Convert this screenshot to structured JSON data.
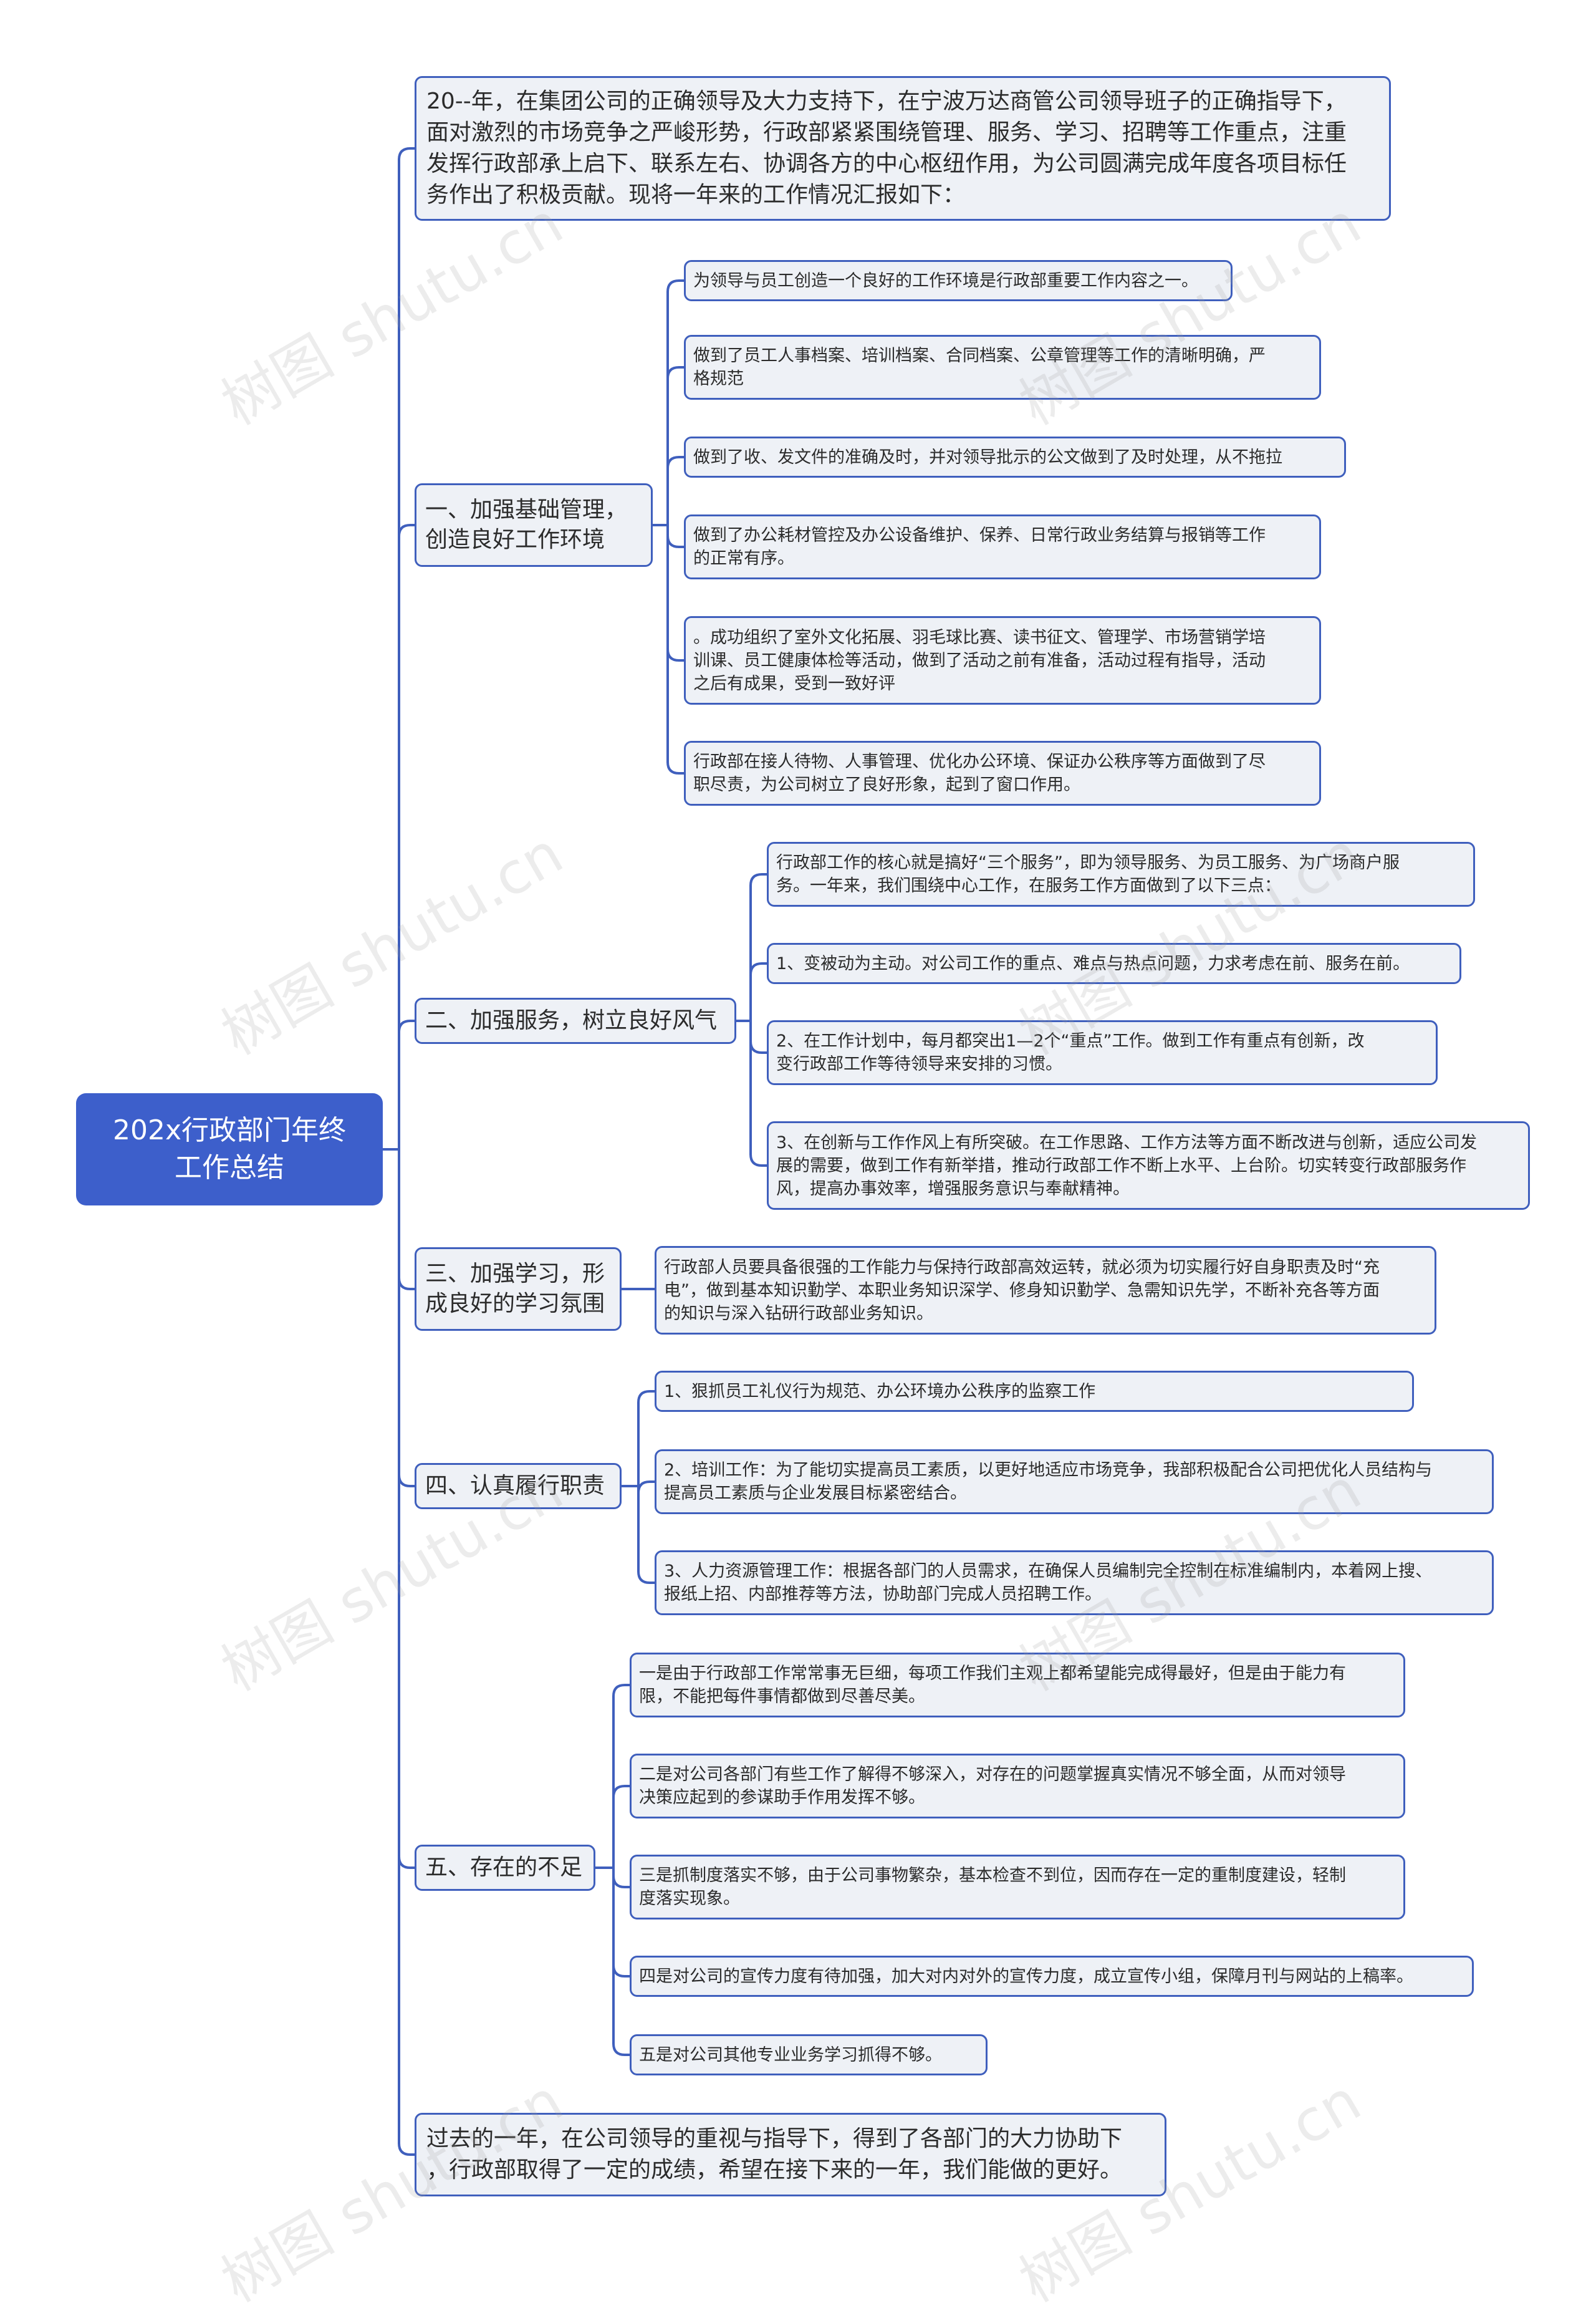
{
  "root": {
    "title": "202x行政部门年终\n工作总结"
  },
  "intro": "20--年，在集团公司的正确领导及大力支持下，在宁波万达商管公司领导班子的正确指导下，\n面对激烈的市场竞争之严峻形势，行政部紧紧围绕管理、服务、学习、招聘等工作重点，注重\n发挥行政部承上启下、联系左右、协调各方的中心枢纽作用，为公司圆满完成年度各项目标任\n务作出了积极贡献。现将一年来的工作情况汇报如下：",
  "sections": [
    {
      "label": "一、加强基础管理，\n创造良好工作环境",
      "items": [
        "为领导与员工创造一个良好的工作环境是行政部重要工作内容之一。",
        "做到了员工人事档案、培训档案、合同档案、公章管理等工作的清晰明确，严\n格规范",
        "做到了收、发文件的准确及时，并对领导批示的公文做到了及时处理，从不拖拉",
        "做到了办公耗材管控及办公设备维护、保养、日常行政业务结算与报销等工作\n的正常有序。",
        "。成功组织了室外文化拓展、羽毛球比赛、读书征文、管理学、市场营销学培\n训课、员工健康体检等活动，做到了活动之前有准备，活动过程有指导，活动\n之后有成果，受到一致好评",
        "行政部在接人待物、人事管理、优化办公环境、保证办公秩序等方面做到了尽\n职尽责，为公司树立了良好形象，起到了窗口作用。"
      ]
    },
    {
      "label": "二、加强服务，树立良好风气",
      "items": [
        "行政部工作的核心就是搞好“三个服务”，即为领导服务、为员工服务、为广场商户服\n务。一年来，我们围绕中心工作，在服务工作方面做到了以下三点：",
        "1、变被动为主动。对公司工作的重点、难点与热点问题，力求考虑在前、服务在前。",
        " 2、在工作计划中，每月都突出1—2个“重点”工作。做到工作有重点有创新，改\n变行政部工作等待领导来安排的习惯。",
        "3、在创新与工作作风上有所突破。在工作思路、工作方法等方面不断改进与创新，适应公司发\n展的需要，做到工作有新举措，推动行政部工作不断上水平、上台阶。切实转变行政部服务作\n风，提高办事效率，增强服务意识与奉献精神。"
      ]
    },
    {
      "label": "三、加强学习，形\n成良好的学习氛围",
      "items": [
        "行政部人员要具备很强的工作能力与保持行政部高效运转，就必须为切实履行好自身职责及时“充\n电”，做到基本知识勤学、本职业务知识深学、修身知识勤学、急需知识先学，不断补充各等方面\n的知识与深入钻研行政部业务知识。"
      ]
    },
    {
      "label": "四、认真履行职责",
      "items": [
        "1、狠抓员工礼仪行为规范、办公环境办公秩序的监察工作",
        "2、培训工作：为了能切实提高员工素质，以更好地适应市场竞争，我部积极配合公司把优化人员结构与\n提高员工素质与企业发展目标紧密结合。",
        "3、人力资源管理工作：根据各部门的人员需求，在确保人员编制完全控制在标准编制内，本着网上搜、\n报纸上招、内部推荐等方法，协助部门完成人员招聘工作。"
      ]
    },
    {
      "label": "五、存在的不足",
      "items": [
        "一是由于行政部工作常常事无巨细，每项工作我们主观上都希望能完成得最好，但是由于能力有\n限，不能把每件事情都做到尽善尽美。",
        "二是对公司各部门有些工作了解得不够深入，对存在的问题掌握真实情况不够全面，从而对领导\n决策应起到的参谋助手作用发挥不够。",
        "三是抓制度落实不够，由于公司事物繁杂，基本检查不到位，因而存在一定的重制度建设，轻制\n度落实现象。",
        "四是对公司的宣传力度有待加强，加大对内对外的宣传力度，成立宣传小组，保障月刊与网站的上稿率。",
        "五是对公司其他专业业务学习抓得不够。"
      ]
    }
  ],
  "conclusion": "过去的一年，在公司领导的重视与指导下，得到了各部门的大力协助下\n，行政部取得了一定的成绩，希望在接下来的一年，我们能做的更好。",
  "watermark": "树图 shutu.cn",
  "colors": {
    "line": "#3f5fbd",
    "root_fill": "#3d5fcb",
    "node_fill": "#eef1f6"
  }
}
